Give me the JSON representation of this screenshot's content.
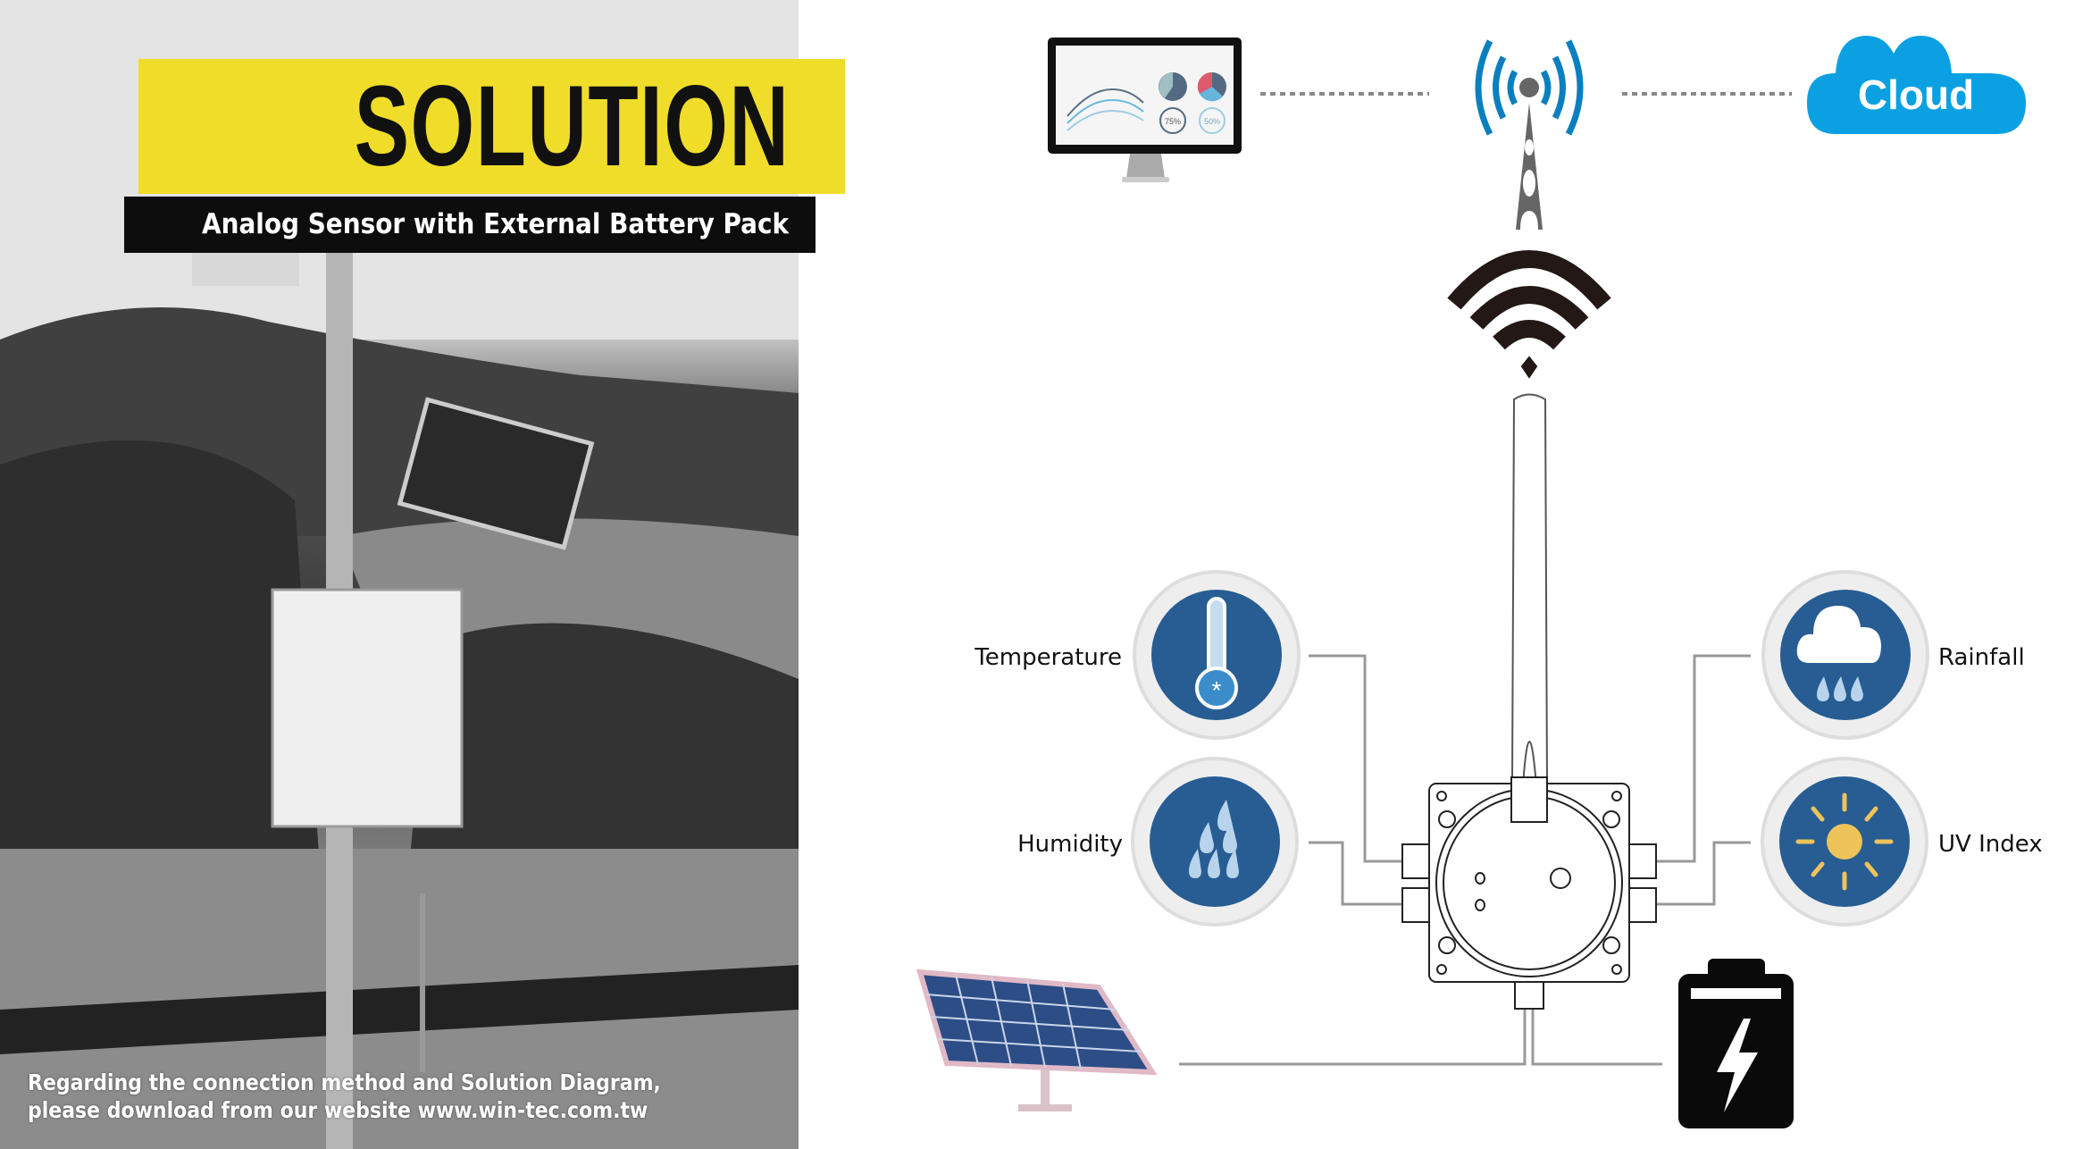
{
  "header": {
    "title": "SOLUTION",
    "subtitle": "Analog Sensor with External Battery Pack"
  },
  "footnote": {
    "line1": "Regarding the connection method and Solution Diagram,",
    "line2": "please download from our website www.win-tec.com.tw"
  },
  "network": {
    "monitor_icon": "monitor-dashboard-icon",
    "tower_icon": "cell-tower-icon",
    "cloud_label": "Cloud",
    "wifi_icon": "wifi-icon",
    "monitor_gauges": [
      "75%",
      "50%"
    ]
  },
  "sensors": {
    "temperature": {
      "label": "Temperature",
      "icon": "thermometer-icon"
    },
    "humidity": {
      "label": "Humidity",
      "icon": "water-drops-icon"
    },
    "rainfall": {
      "label": "Rainfall",
      "icon": "rain-cloud-icon"
    },
    "uv_index": {
      "label": "UV Index",
      "icon": "sun-icon"
    }
  },
  "power": {
    "solar_icon": "solar-panel-icon",
    "battery_icon": "battery-charging-icon"
  },
  "colors": {
    "yellow": "#f0dd2a",
    "sensor_blue": "#275d93",
    "cloud_blue": "#0aa0e2",
    "signal_blue": "#0a7fc0",
    "sun_yellow": "#edc35a",
    "line_gray": "#999999"
  }
}
